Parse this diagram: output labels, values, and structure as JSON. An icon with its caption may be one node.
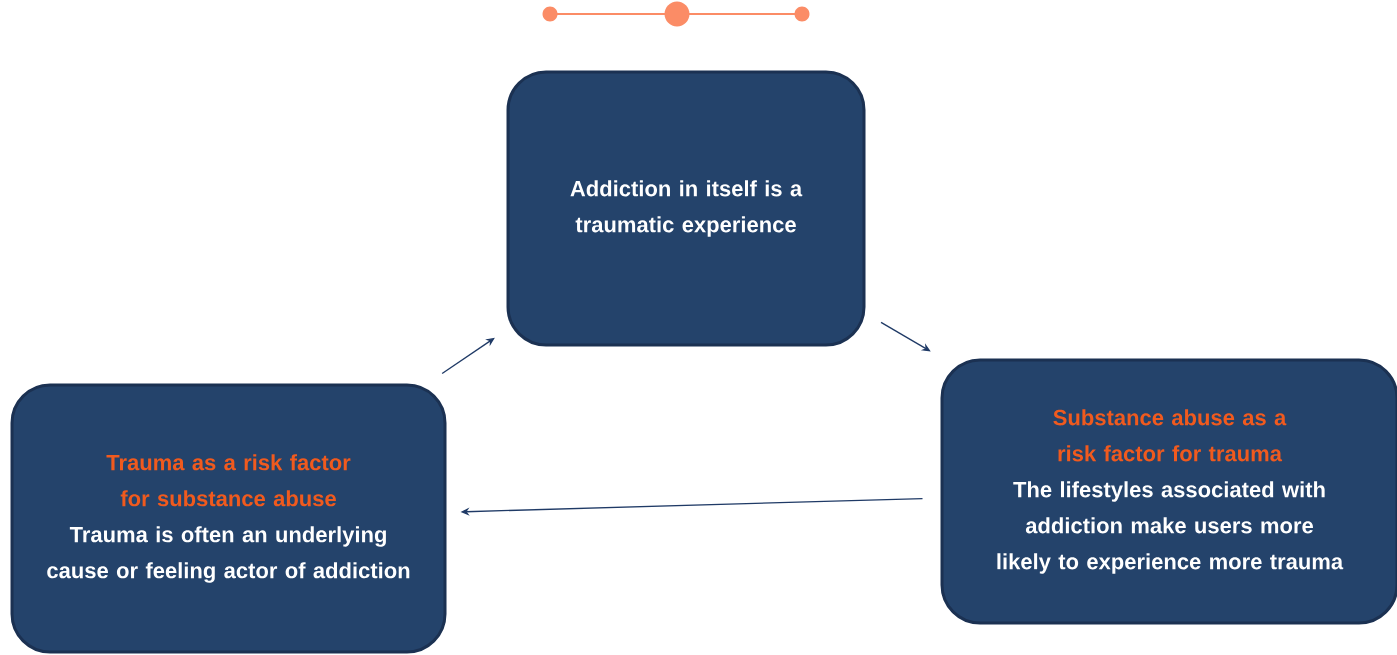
{
  "diagram": {
    "nodes": [
      {
        "text": [
          "Addiction in itself is a traumatic experience"
        ]
      },
      {
        "text": [
          "Substance abuse as a risk factor for trauma",
          "The lifestyles associated with addiction make users more likely to experience more trauma"
        ]
      },
      {
        "text": [
          "Trauma as a risk factor for substance abuse",
          "Trauma is often an underlying cause or feeling actor of addiction"
        ]
      }
    ],
    "edges": [
      {
        "from": 0,
        "to": 1,
        "arrow": "to"
      },
      {
        "from": 1,
        "to": 2,
        "arrow": "to"
      },
      {
        "from": 2,
        "to": 0,
        "arrow": "to"
      }
    ]
  }
}
